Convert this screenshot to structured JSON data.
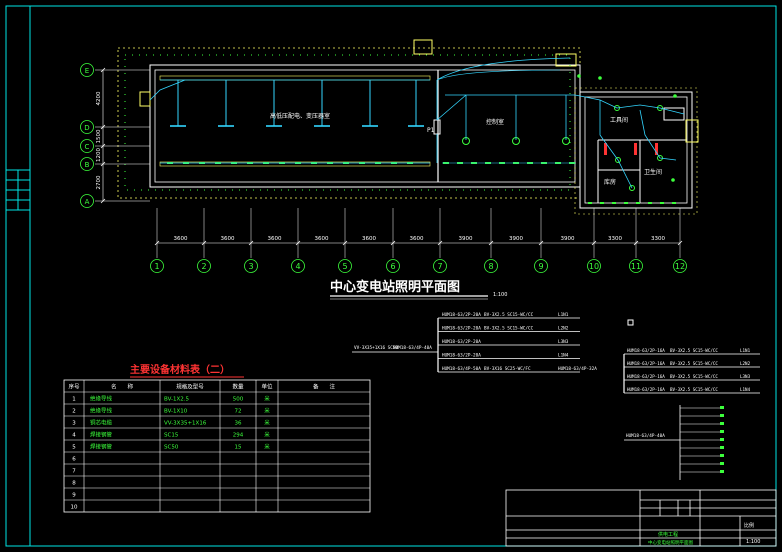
{
  "title": "中心变电站照明平面图",
  "scale": "1:100",
  "axis_rows": [
    "E",
    "D",
    "C",
    "B",
    "A"
  ],
  "row_dims": [
    "4200",
    "1500",
    "1200",
    "2700"
  ],
  "axis_cols": [
    "1",
    "2",
    "3",
    "4",
    "5",
    "6",
    "7",
    "8",
    "9",
    "10",
    "11",
    "12"
  ],
  "col_dims": [
    "3600",
    "3600",
    "3600",
    "3600",
    "3600",
    "3600",
    "3900",
    "3900",
    "3900",
    "3300",
    "3300"
  ],
  "room_labels": {
    "hall": "高低压配电、变压器室",
    "control": "控制室",
    "tool": "工具间",
    "toilet": "卫生间",
    "storage": "库房",
    "panel": "P1"
  },
  "table": {
    "title": "主要设备材料表（二）",
    "headers": [
      "序号",
      "名　　称",
      "规格及型号",
      "数量",
      "单位",
      "备　　注"
    ],
    "rows": [
      [
        "1",
        "绝缘导线",
        "BV-1X2.5",
        "500",
        "米",
        ""
      ],
      [
        "2",
        "绝缘导线",
        "BV-1X10",
        "72",
        "米",
        ""
      ],
      [
        "3",
        "铜芯电缆",
        "VV-3X35+1X16",
        "36",
        "米",
        ""
      ],
      [
        "4",
        "焊接钢管",
        "SC15",
        "294",
        "米",
        ""
      ],
      [
        "5",
        "焊接钢管",
        "SC50",
        "15",
        "米",
        ""
      ],
      [
        "6",
        "",
        "",
        "",
        "",
        ""
      ],
      [
        "7",
        "",
        "",
        "",
        "",
        ""
      ],
      [
        "8",
        "",
        "",
        "",
        "",
        ""
      ],
      [
        "9",
        "",
        "",
        "",
        "",
        ""
      ],
      [
        "10",
        "",
        "",
        "",
        "",
        ""
      ]
    ]
  },
  "circuit1": {
    "incoming": "VV-3X35+1X16 SC50",
    "main": "HUM18-63/4P-40A",
    "branches": [
      {
        "breaker": "HUM18-63/2P-20A",
        "cable": "BV-3X2.5 SC15-WC/CC",
        "circuit": "L1N1"
      },
      {
        "breaker": "HUM18-63/2P-20A",
        "cable": "BV-3X2.5 SC15-WC/CC",
        "circuit": "L2N2"
      },
      {
        "breaker": "HUM18-63/2P-20A",
        "cable": "",
        "circuit": "L3N3"
      },
      {
        "breaker": "HUM18-63/2P-20A",
        "cable": "",
        "circuit": "L1N4"
      },
      {
        "breaker": "HUM18-63/4P-50A",
        "cable": "BV-3X16 SC25-WC/FC",
        "circuit": "HUM18-63/4P-32A"
      }
    ]
  },
  "circuit2": {
    "branches": [
      {
        "breaker": "HUM18-63/2P-16A",
        "cable": "BV-3X2.5 SC15-WC/CC",
        "circuit": "L1N1"
      },
      {
        "breaker": "HUM18-63/2P-16A",
        "cable": "BV-3X2.5 SC15-WC/CC",
        "circuit": "L2N2"
      },
      {
        "breaker": "HUM18-63/2P-16A",
        "cable": "BV-3X2.5 SC15-WC/CC",
        "circuit": "L3N3"
      },
      {
        "breaker": "HUM18-63/2P-16A",
        "cable": "BV-3X2.5 SC15-WC/CC",
        "circuit": "L1N4"
      }
    ],
    "main": "HUM18-63/4P-40A"
  },
  "title_block": {
    "project": "供电工程",
    "drawing": "中心变电站照明平面图",
    "scale_label": "比例",
    "sheet": "1:100"
  },
  "colors": {
    "background": "#000000",
    "frame": "#00e5e5",
    "wall": "#ffffff",
    "wiring": "#33d6ff",
    "fixture": "#3cff3c",
    "text_red": "#ff3333",
    "text_green": "#3cff3c"
  }
}
